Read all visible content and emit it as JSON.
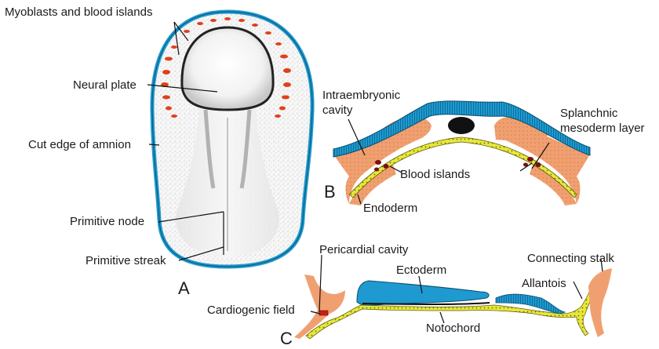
{
  "colors": {
    "ectoderm_blue": "#1e9ad0",
    "ectoderm_stripe": "#0d6e9a",
    "mesoderm_orange": "#f0a070",
    "endoderm_yellow": "#e8e83a",
    "blood_red": "#e0401c",
    "blood_dark": "#7a1010",
    "notochord_black": "#111111",
    "stipple_gray": "#888888",
    "label_text": "#1a1a1a"
  },
  "panels": {
    "a": {
      "letter": "A",
      "labels": {
        "myoblasts": "Myoblasts and blood islands",
        "neural_plate": "Neural plate",
        "cut_edge": "Cut edge of amnion",
        "primitive_node": "Primitive node",
        "primitive_streak": "Primitive streak"
      }
    },
    "b": {
      "letter": "B",
      "labels": {
        "intraembryonic_line1": "Intraembryonic",
        "intraembryonic_line2": "cavity",
        "splanchnic_line1": "Splanchnic",
        "splanchnic_line2": "mesoderm layer",
        "blood_islands": "Blood islands",
        "endoderm": "Endoderm"
      }
    },
    "c": {
      "letter": "C",
      "labels": {
        "pericardial_cavity": "Pericardial cavity",
        "connecting_stalk": "Connecting stalk",
        "ectoderm": "Ectoderm",
        "allantois": "Allantois",
        "cardiogenic_field": "Cardiogenic field",
        "notochord": "Notochord"
      }
    }
  }
}
